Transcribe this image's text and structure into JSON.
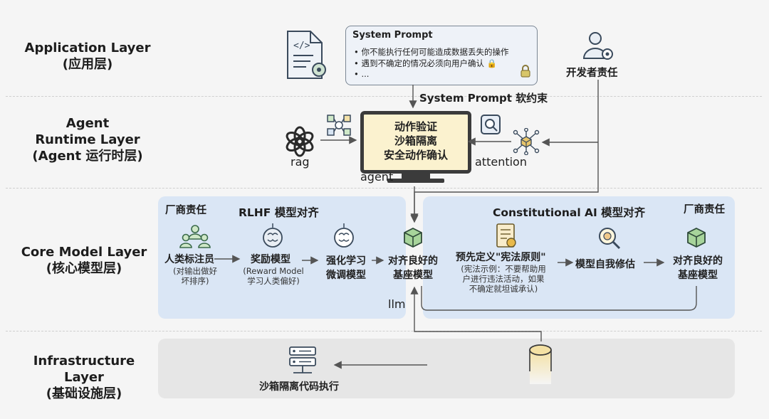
{
  "layers": {
    "application": {
      "line1": "Application Layer",
      "line2": "(应用层)"
    },
    "agent_runtime": {
      "line1": "Agent",
      "line2": "Runtime Layer",
      "line3": "(Agent 运行时层)"
    },
    "core_model": {
      "line1": "Core Model Layer",
      "line2": "(核心模型层)"
    },
    "infrastructure": {
      "line1": "Infrastructure Layer",
      "line2": "(基础设施层)"
    }
  },
  "system_prompt": {
    "title": "System Prompt",
    "items": [
      "你不能执行任何可能造成数据丢失的操作",
      "遇到不确定的情况必须向用户确认 🔒",
      "..."
    ],
    "constraint_label": "System Prompt 软约束"
  },
  "developer": {
    "label": "开发者责任"
  },
  "agent_runtime": {
    "monitor_lines": [
      "动作验证",
      "沙箱隔离",
      "安全动作确认"
    ],
    "agent_label": "agent",
    "rag_label": "rag",
    "attention_label": "attention"
  },
  "rlhf": {
    "vendor_label": "厂商责任",
    "title": "RLHF 模型对齐",
    "human_title": "人类标注员",
    "human_sub": [
      "(对输出做好",
      "坏排序)"
    ],
    "reward_title": "奖励模型",
    "reward_sub": [
      "(Reward Model",
      "学习人类偏好)"
    ],
    "rl_title": [
      "强化学习",
      "微调模型"
    ],
    "aligned_title": [
      "对齐良好的",
      "基座模型"
    ],
    "llm_label": "llm"
  },
  "constitutional": {
    "title": "Constitutional AI 模型对齐",
    "vendor_label": "厂商责任",
    "constitution_title": "预先定义\"宪法原则\"",
    "constitution_sub": [
      "(宪法示例：不要帮助用",
      "户进行违法活动，如果",
      "不确定就坦诚承认)"
    ],
    "self_revise_title": "模型自我修估",
    "aligned_title": [
      "对齐良好的",
      "基座模型"
    ]
  },
  "infrastructure": {
    "sandbox_label": "沙箱隔离代码执行"
  },
  "icons": [
    "code-file-gear-icon",
    "lock-icon",
    "developer-gear-icon",
    "openai-logo-icon",
    "graph-network-icon",
    "search-icon",
    "cube-network-icon",
    "people-group-icon",
    "brain-gear-icon",
    "cube-icon",
    "document-seal-icon",
    "magnifier-brain-icon",
    "server-icon",
    "database-icon"
  ],
  "colors": {
    "panel_blue": "#dae6f5",
    "panel_grey": "#e6e6e6",
    "monitor_fill": "#fbf2cf",
    "cube_green": "#a7d49b"
  }
}
